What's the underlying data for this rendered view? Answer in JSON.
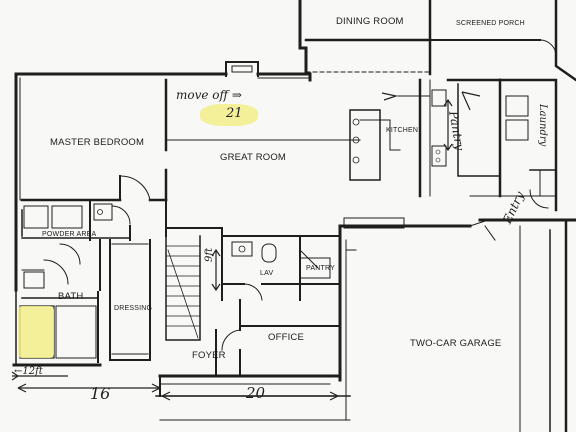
{
  "rooms": {
    "dining_room": "DINING ROOM",
    "screened_porch": "SCREENED PORCH",
    "master_bedroom": "MASTER BEDROOM",
    "great_room": "GREAT ROOM",
    "kitchen": "KITCHEN",
    "powder_area": "POWDER AREA",
    "bath": "BATH",
    "dressing": "DRESSING",
    "lav": "LAV",
    "pantry": "PANTRY",
    "foyer": "FOYER",
    "office": "OFFICE",
    "two_car_garage": "TWO-CAR GARAGE"
  },
  "annotations": {
    "move_off": "move off ⇒",
    "number_21": "21",
    "pantry_hand": "Pantry",
    "laundry_hand": "Laundry",
    "entry_hand": "Entry",
    "width_left": "←12ft",
    "dim_16": "16",
    "dim_20": "20",
    "dim_9ft": "9ft"
  },
  "colors": {
    "ink": "#1e1e1e",
    "highlight": "#f3ee8a",
    "paper": "#f8f8f6"
  }
}
